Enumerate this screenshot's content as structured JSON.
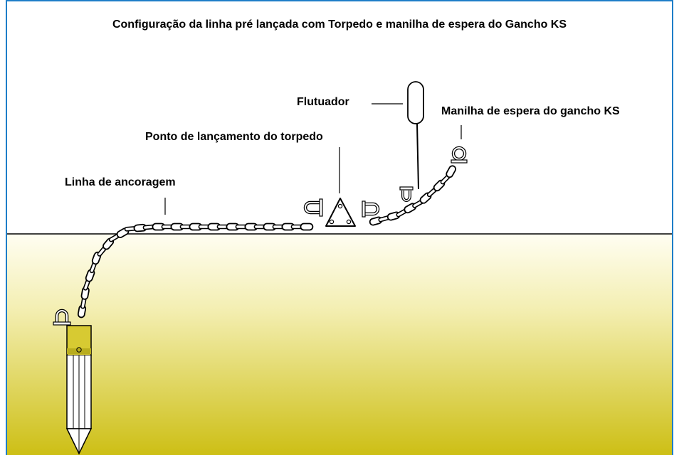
{
  "title": "Configuração da linha pré lançada com Torpedo e manilha de espera do Gancho KS",
  "labels": {
    "anchor_line": "Linha de ancoragem",
    "launch_point": "Ponto de lançamento do torpedo",
    "float": "Flutuador",
    "ks_shackle": "Manilha de espera do gancho KS"
  },
  "colors": {
    "border": "#1e7ec8",
    "seabed_top": "#fffef0",
    "seabed_bottom": "#cdbf15",
    "line": "#000000",
    "part_fill": "#ffffff"
  }
}
